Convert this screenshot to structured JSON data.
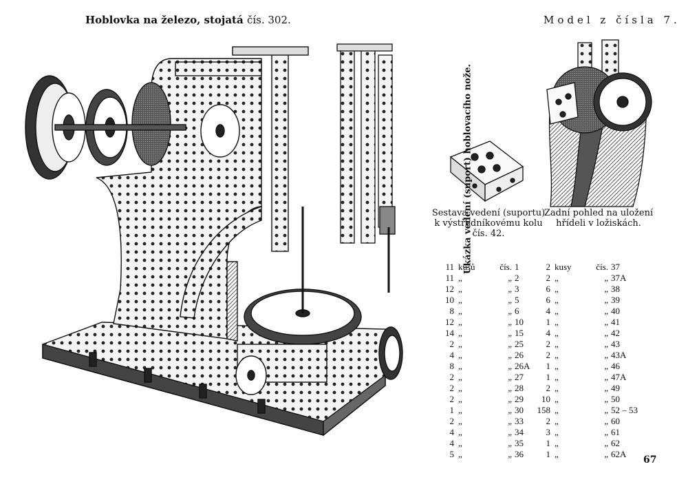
{
  "header": {
    "title_bold": "Hoblovka na železo, stojatá",
    "title_suffix": "čís. 302.",
    "model_label": "Model z čísla 7."
  },
  "vertical_caption": "Ukázka vedení (suport) hoblovacího nože.",
  "captions": {
    "left": [
      "Sestava vedení (suportu)",
      "k výstředníkovému kolu",
      "čís. 42."
    ],
    "right": [
      "Zadní pohled na uložení",
      "hřídeli v ložiskách."
    ]
  },
  "parts_list": {
    "left": [
      {
        "qty": "11",
        "unit": "kusů",
        "cis": "čís.",
        "part": "1"
      },
      {
        "qty": "11",
        "unit": "„",
        "cis": "„",
        "part": "2"
      },
      {
        "qty": "12",
        "unit": "„",
        "cis": "„",
        "part": "3"
      },
      {
        "qty": "10",
        "unit": "„",
        "cis": "„",
        "part": "5"
      },
      {
        "qty": "8",
        "unit": "„",
        "cis": "„",
        "part": "6"
      },
      {
        "qty": "12",
        "unit": "„",
        "cis": "„",
        "part": "10"
      },
      {
        "qty": "14",
        "unit": "„",
        "cis": "„",
        "part": "15"
      },
      {
        "qty": "2",
        "unit": "„",
        "cis": "„",
        "part": "25"
      },
      {
        "qty": "4",
        "unit": "„",
        "cis": "„",
        "part": "26"
      },
      {
        "qty": "8",
        "unit": "„",
        "cis": "„",
        "part": "26A"
      },
      {
        "qty": "2",
        "unit": "„",
        "cis": "„",
        "part": "27"
      },
      {
        "qty": "2",
        "unit": "„",
        "cis": "„",
        "part": "28"
      },
      {
        "qty": "2",
        "unit": "„",
        "cis": "„",
        "part": "29"
      },
      {
        "qty": "1",
        "unit": "„",
        "cis": "„",
        "part": "30"
      },
      {
        "qty": "2",
        "unit": "„",
        "cis": "„",
        "part": "33"
      },
      {
        "qty": "4",
        "unit": "„",
        "cis": "„",
        "part": "34"
      },
      {
        "qty": "4",
        "unit": "„",
        "cis": "„",
        "part": "35"
      },
      {
        "qty": "5",
        "unit": "„",
        "cis": "„",
        "part": "36"
      }
    ],
    "right": [
      {
        "qty": "2",
        "unit": "kusy",
        "cis": "čís.",
        "part": "37"
      },
      {
        "qty": "2",
        "unit": "„",
        "cis": "„",
        "part": "37A"
      },
      {
        "qty": "6",
        "unit": "„",
        "cis": "„",
        "part": "38"
      },
      {
        "qty": "6",
        "unit": "„",
        "cis": "„",
        "part": "39"
      },
      {
        "qty": "4",
        "unit": "„",
        "cis": "„",
        "part": "40"
      },
      {
        "qty": "1",
        "unit": "„",
        "cis": "„",
        "part": "41"
      },
      {
        "qty": "4",
        "unit": "„",
        "cis": "„",
        "part": "42"
      },
      {
        "qty": "2",
        "unit": "„",
        "cis": "„",
        "part": "43"
      },
      {
        "qty": "2",
        "unit": "„",
        "cis": "„",
        "part": "43A"
      },
      {
        "qty": "1",
        "unit": "„",
        "cis": "„",
        "part": "46"
      },
      {
        "qty": "1",
        "unit": "„",
        "cis": "„",
        "part": "47A"
      },
      {
        "qty": "2",
        "unit": "„",
        "cis": "„",
        "part": "49"
      },
      {
        "qty": "10",
        "unit": "„",
        "cis": "„",
        "part": "50"
      },
      {
        "qty": "158",
        "unit": "„",
        "cis": "„",
        "part": "52 – 53"
      },
      {
        "qty": "2",
        "unit": "„",
        "cis": "„",
        "part": "60"
      },
      {
        "qty": "3",
        "unit": "„",
        "cis": "„",
        "part": "61"
      },
      {
        "qty": "1",
        "unit": "„",
        "cis": "„",
        "part": "62"
      },
      {
        "qty": "1",
        "unit": "„",
        "cis": "„",
        "part": "62A"
      }
    ]
  },
  "page_number": "67"
}
